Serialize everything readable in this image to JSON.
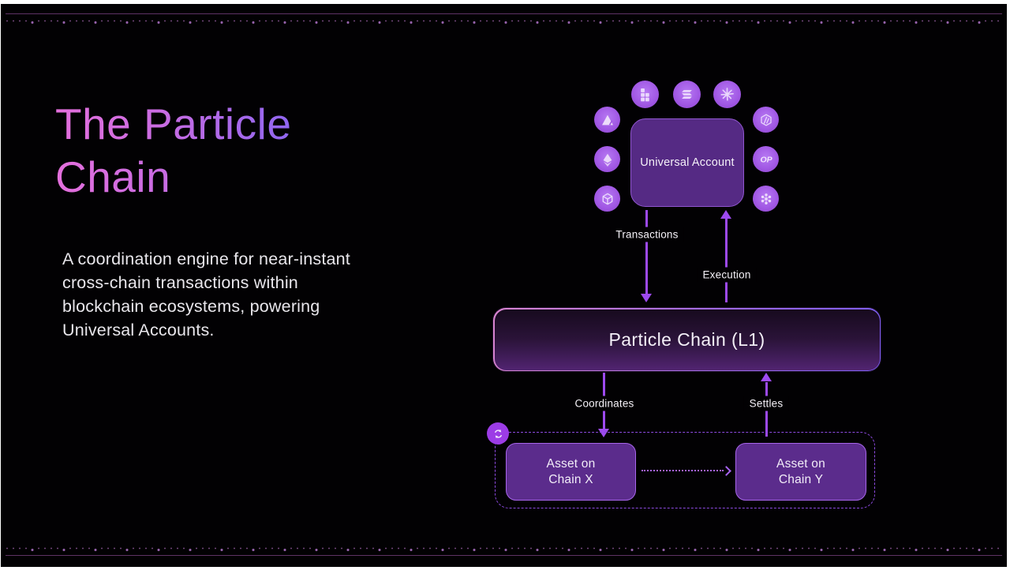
{
  "page": {
    "title_line1": "The Particle",
    "title_line2": "Chain",
    "subtitle_lines": [
      "A coordination engine for near-instant",
      "cross-chain transactions within",
      "blockchain ecosystems, powering",
      "Universal Accounts."
    ]
  },
  "diagram": {
    "universal_account_label": "Universal Account",
    "particle_chain_label": "Particle Chain (L1)",
    "flow_labels": {
      "transactions": "Transactions",
      "execution": "Execution",
      "coordinates": "Coordinates",
      "settles": "Settles"
    },
    "asset_x": {
      "line1": "Asset on",
      "line2": "Chain X"
    },
    "asset_y": {
      "line1": "Asset on",
      "line2": "Chain Y"
    },
    "optimism_label": "OP",
    "icons": [
      "blocks-icon",
      "solana-icon",
      "starburst-icon",
      "avalanche-icon",
      "ethereum-icon",
      "bnb-icon",
      "arbitrum-icon",
      "optimism-icon",
      "polkadot-icon",
      "sync-icon"
    ]
  },
  "colors": {
    "background": "#020103",
    "title_gradient_start": "#e46fdc",
    "title_gradient_end": "#8f66f0",
    "body_text": "#e9e7ec",
    "arrow": "#9d4af0",
    "box_fill": "#552a84",
    "box_border": "#9157d0",
    "asset_fill": "#5b2c8c",
    "asset_border": "#a765ea",
    "dashed_border": "#8d4ae0",
    "icon_circle": "#a158e4",
    "ornament_dot": "#74487e"
  }
}
